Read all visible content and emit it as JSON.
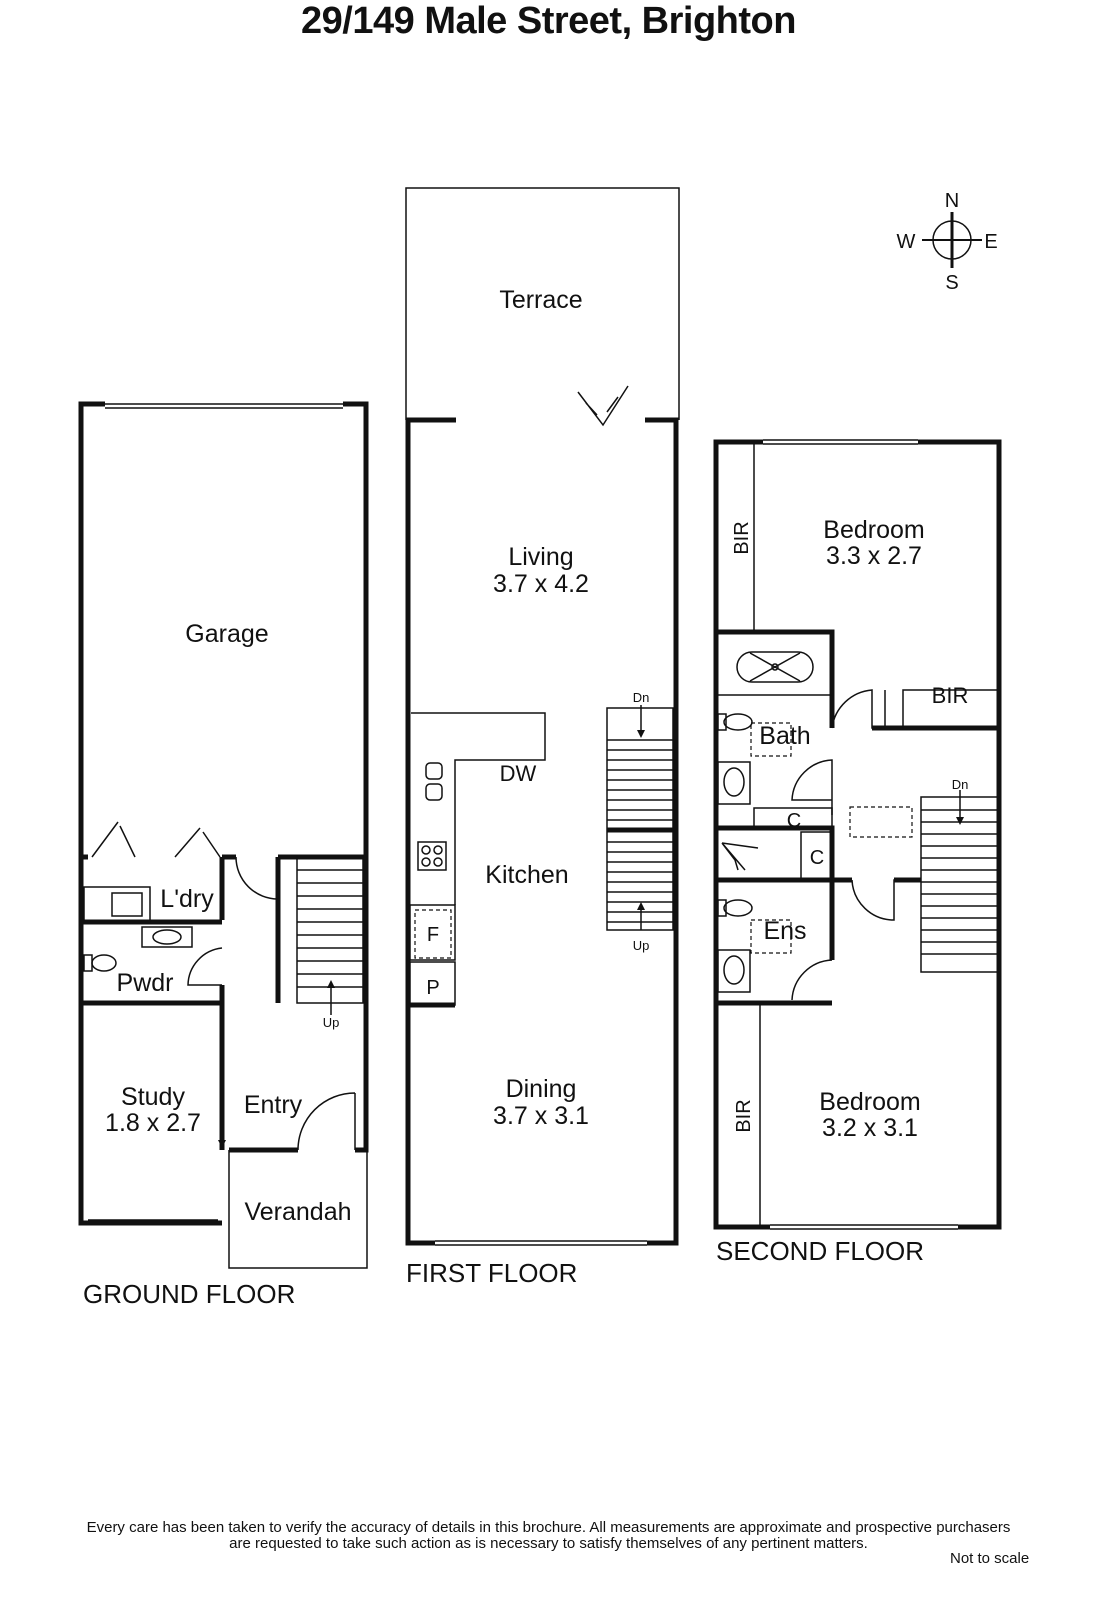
{
  "title": "29/149 Male Street, Brighton",
  "compass": {
    "n": "N",
    "s": "S",
    "e": "E",
    "w": "W"
  },
  "ground_floor": {
    "label": "GROUND FLOOR",
    "garage": "Garage",
    "laundry": "L'dry",
    "powder": "Pwdr",
    "study": "Study",
    "study_size": "1.8 x 2.7",
    "entry": "Entry",
    "verandah": "Verandah",
    "stairs": "Up"
  },
  "first_floor": {
    "label": "FIRST FLOOR",
    "terrace": "Terrace",
    "living": "Living",
    "living_size": "3.7 x 4.2",
    "dw": "DW",
    "kitchen": "Kitchen",
    "fridge": "F",
    "pantry": "P",
    "dining": "Dining",
    "dining_size": "3.7 x 3.1",
    "stairs_dn": "Dn",
    "stairs_up": "Up"
  },
  "second_floor": {
    "label": "SECOND FLOOR",
    "bedroom1": "Bedroom",
    "bedroom1_size": "3.3 x 2.7",
    "bir1": "BIR",
    "bir2": "BIR",
    "bath": "Bath",
    "c1": "C",
    "c2": "C",
    "ens": "Ens",
    "bedroom2": "Bedroom",
    "bedroom2_size": "3.2 x 3.1",
    "bir3": "BIR",
    "stairs_dn": "Dn"
  },
  "disclaimer_line1": "Every care has been taken to verify the accuracy of details in this brochure.  All measurements are approximate and prospective purchasers",
  "disclaimer_line2": "are requested to take such action as is necessary to satisfy themselves of any pertinent matters.",
  "not_to_scale": "Not to scale"
}
